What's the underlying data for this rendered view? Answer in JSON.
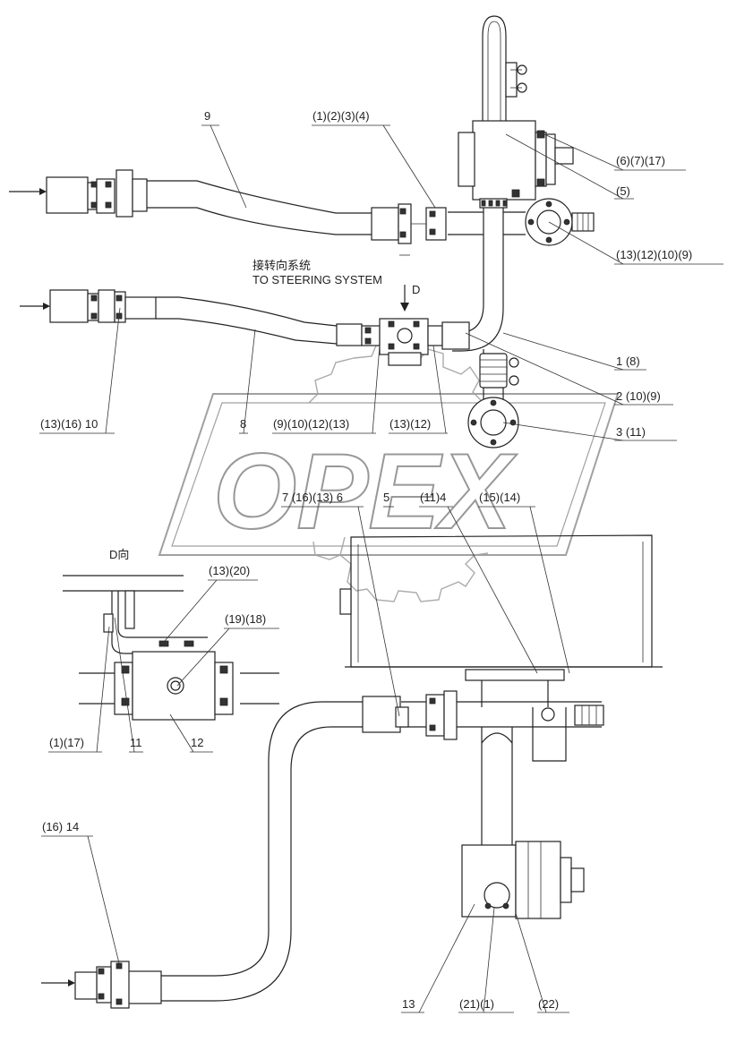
{
  "watermark": {
    "text": "OPEX"
  },
  "annotations": {
    "steering_cn": "接转向系统",
    "steering_en": "TO STEERING SYSTEM",
    "view_arrow": "D",
    "view_title": "D向"
  },
  "labels": [
    {
      "id": "l-9-top",
      "text": "9"
    },
    {
      "id": "l-1234",
      "text": "(1)(2)(3)(4)"
    },
    {
      "id": "l-6717",
      "text": "(6)(7)(17)"
    },
    {
      "id": "l-5-top",
      "text": "(5)"
    },
    {
      "id": "l-1312109",
      "text": "(13)(12)(10)(9)"
    },
    {
      "id": "l-1-8",
      "text": "1 (8)"
    },
    {
      "id": "l-2-109",
      "text": "2 (10)(9)"
    },
    {
      "id": "l-3-11",
      "text": "3 (11)"
    },
    {
      "id": "l-131610",
      "text": "(13)(16) 10"
    },
    {
      "id": "l-8",
      "text": "8"
    },
    {
      "id": "l-9101213",
      "text": "(9)(10)(12)(13)"
    },
    {
      "id": "l-1312",
      "text": "(13)(12)"
    },
    {
      "id": "l-7-16-13-6",
      "text": "7 (16)(13) 6"
    },
    {
      "id": "l-5-mid",
      "text": "5"
    },
    {
      "id": "l-11-4",
      "text": "(11)4"
    },
    {
      "id": "l-1514",
      "text": "(15)(14)"
    },
    {
      "id": "l-1320",
      "text": "(13)(20)"
    },
    {
      "id": "l-1918",
      "text": "(19)(18)"
    },
    {
      "id": "l-117",
      "text": "(1)(17)"
    },
    {
      "id": "l-11-bot",
      "text": "11"
    },
    {
      "id": "l-12-bot",
      "text": "12"
    },
    {
      "id": "l-16-14",
      "text": "(16) 14"
    },
    {
      "id": "l-13-bot",
      "text": "13"
    },
    {
      "id": "l-211",
      "text": "(21)(1)"
    },
    {
      "id": "l-22",
      "text": "(22)"
    }
  ]
}
